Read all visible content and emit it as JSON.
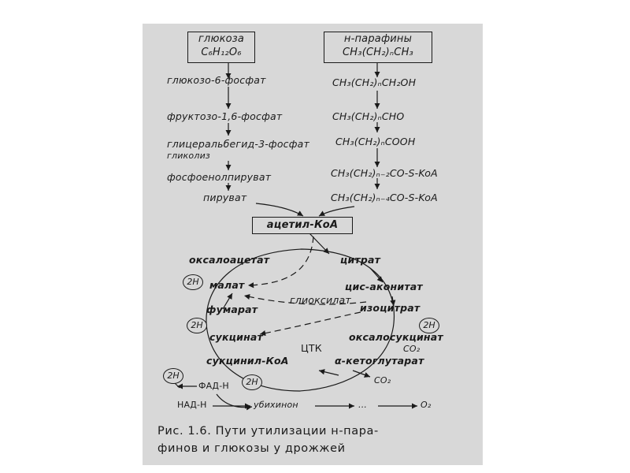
{
  "boxes": {
    "glucose_line1": "глюкоза",
    "glucose_line2": "C₆H₁₂O₆",
    "paraffins_line1": "н-парафины",
    "paraffins_line2": "CH₃(CH₂)ₙCH₃",
    "acetyl_coa": "ацетил-КоА"
  },
  "left_pathway": [
    "глюкозо-6-фосфат",
    "фруктозо-1,6-фосфат",
    "глицеральбегид-3-фосфат",
    "гликолиз",
    "фосфоенолпируват",
    "пируват"
  ],
  "right_pathway": [
    "CH₃(CH₂)ₙCH₂OH",
    "CH₃(CH₂)ₙCHO",
    "CH₃(CH₂)ₙCOOH",
    "CH₃(CH₂)ₙ₋₂CO-S-KoA",
    "CH₃(CH₂)ₙ₋₄CO-S-KoA"
  ],
  "cycle": {
    "oxaloacetate": "оксалоацетат",
    "citrate": "цитрат",
    "malate": "малат",
    "cis_aconitate": "цис-аконитат",
    "glyoxylate": "глиоксилат",
    "fumarate": "фумарат",
    "isocitrate": "изоцитрат",
    "succinate": "сукцинат",
    "oxalosuccinate": "оксалосукцинат",
    "tca_label": "ЦТК",
    "co2_a": "CO₂",
    "succinyl_coa": "сукцинил-КоА",
    "alpha_ketoglutarate": "α-кетоглутарат",
    "co2_b": "CO₂"
  },
  "h2_label": "2H",
  "chain": {
    "fad_h": "ФАД-Н",
    "nad_h": "НАД-Н",
    "ubiquinone": "убихинон",
    "dots": "...",
    "o2": "O₂"
  },
  "caption": {
    "line1": "Рис. 1.6. Пути утилизации н-пара-",
    "line2": "финов и глюкозы у дрожжей"
  },
  "colors": {
    "background": "#d8d8d8",
    "ink": "#1a1a1a"
  }
}
